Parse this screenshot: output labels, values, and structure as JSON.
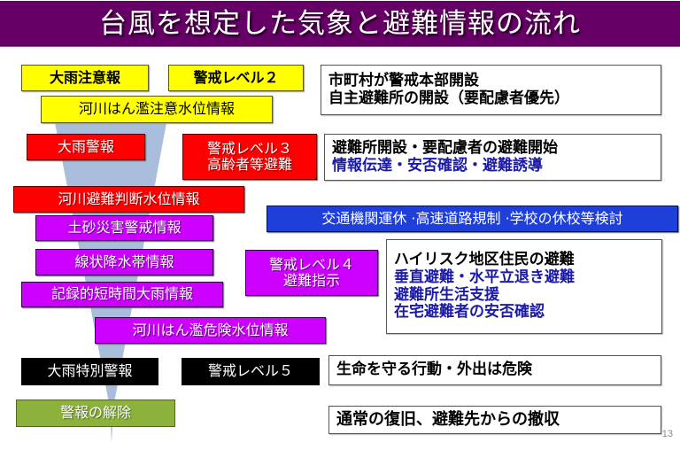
{
  "title": "台風を想定した気象と避難情報の流れ",
  "colors": {
    "title_bg": "#660066",
    "advisory_yellow": "#ffff00",
    "warning_red": "#ff0000",
    "info_purple": "#cc00ff",
    "transport_blue": "#1f3fd9",
    "emergency_black": "#000000",
    "release_green": "#8cb23c",
    "funnel": "#a8bedc",
    "action_text_navy": "#1a1aa6"
  },
  "stage1": {
    "advisory": "大雨注意報",
    "level": "警戒レベル２",
    "river_info": "河川はん濫注意水位情報",
    "actions": [
      "市町村が警戒本部開設",
      "自主避難所の開設（要配慮者優先）"
    ]
  },
  "stage2": {
    "warning": "大雨警報",
    "level_line1": "警戒レベル３",
    "level_line2": "高齢者等避難",
    "actions_black": "避難所開設・要配慮者の避難開始",
    "actions_blue": "情報伝達・安否確認・避難誘導"
  },
  "stage3": {
    "river_judgement": "河川避難判断水位情報",
    "transport": "交通機関運休 ·高速道路規制 ·学校の休校等検討",
    "landslide": "土砂災害警戒情報",
    "linear_rainband": "線状降水帯情報",
    "record_rain": "記録的短時間大雨情報",
    "river_danger": "河川はん濫危険水位情報",
    "level_line1": "警戒レベル４",
    "level_line2": "避難指示",
    "actions_black": "ハイリスク地区住民の避難",
    "actions_blue": [
      "垂直避難・水平立退き避難",
      "避難所生活支援",
      "在宅避難者の安否確認"
    ]
  },
  "stage4": {
    "special_warning": "大雨特別警報",
    "level": "警戒レベル５",
    "action": "生命を守る行動・外出は危険"
  },
  "stage5": {
    "release": "警報の解除",
    "action": "通常の復旧、避難先からの撤収"
  },
  "page_number": "13"
}
